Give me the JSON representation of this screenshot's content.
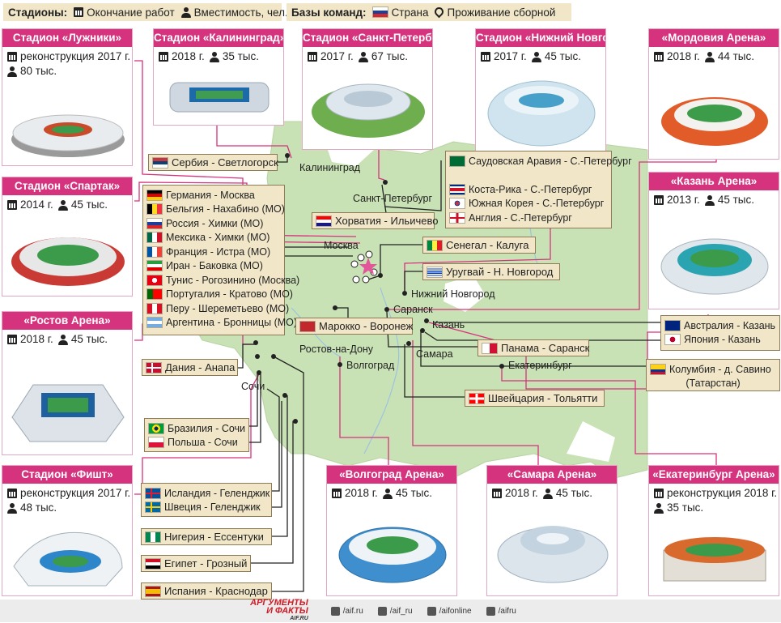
{
  "colors": {
    "accent": "#d6337e",
    "label_bg": "#f1e6c8",
    "map_land": "#c9e2b5",
    "map_water": "#ffffff"
  },
  "legend": {
    "stadiums_title": "Стадионы:",
    "completion": "Окончание работ",
    "capacity": "Вместимость, чел.",
    "bases_title": "Базы команд:",
    "country": "Страна",
    "residence": "Проживание сборной"
  },
  "stadiums": [
    {
      "id": "luzhniki",
      "title": "Стадион «Лужники»",
      "year": "реконструкция 2017 г.",
      "capacity": "80 тыс."
    },
    {
      "id": "kaliningrad",
      "title": "Стадион «Калининград»",
      "year": "2018 г.",
      "capacity": "35 тыс."
    },
    {
      "id": "spb",
      "title": "Стадион «Санкт-Петербург»",
      "year": "2017 г.",
      "capacity": "67 тыс."
    },
    {
      "id": "nn",
      "title": "Стадион «Нижний Новгород»",
      "year": "2017 г.",
      "capacity": "45 тыс."
    },
    {
      "id": "mordovia",
      "title": "«Мордовия Арена»",
      "year": "2018 г.",
      "capacity": "44 тыс."
    },
    {
      "id": "spartak",
      "title": "Стадион «Спартак»",
      "year": "2014 г.",
      "capacity": "45 тыс."
    },
    {
      "id": "kazan",
      "title": "«Казань Арена»",
      "year": "2013 г.",
      "capacity": "45 тыс."
    },
    {
      "id": "rostov",
      "title": "«Ростов Арена»",
      "year": "2018 г.",
      "capacity": "45 тыс."
    },
    {
      "id": "fisht",
      "title": "Стадион «Фишт»",
      "year": "реконструкция 2017 г.",
      "capacity": "48 тыс."
    },
    {
      "id": "volgograd",
      "title": "«Волгоград Арена»",
      "year": "2018 г.",
      "capacity": "45 тыс."
    },
    {
      "id": "samara",
      "title": "«Самара Арена»",
      "year": "2018 г.",
      "capacity": "45 тыс."
    },
    {
      "id": "ekb",
      "title": "«Екатеринбург Арена»",
      "year": "реконструкция 2018 г.",
      "capacity": "35 тыс."
    }
  ],
  "teams": {
    "serbia": "Сербия - Светлогорск",
    "moscow_group": [
      "Германия - Москва",
      "Бельгия - Нахабино (МО)",
      "Россия - Химки (МО)",
      "Мексика - Химки (МО)",
      "Франция - Истра (МО)",
      "Иран - Баковка (МО)",
      "Тунис - Рогозинино (Москва)",
      "Португалия - Кратово (МО)",
      "Перу - Шереметьево (МО)",
      "Аргентина - Бронницы (МО)"
    ],
    "spb_group": [
      "Саудовская Аравия - С.-Петербург",
      "Коста-Рика - С.-Петербург",
      "Южная Корея - С.-Петербург",
      "Англия - С.-Петербург"
    ],
    "croatia": "Хорватия - Ильичево",
    "senegal": "Сенегал - Калуга",
    "uruguay": "Уругвай - Н. Новгород",
    "morocco": "Марокко - Воронеж",
    "australia": "Австралия - Казань",
    "japan": "Япония - Казань",
    "panama": "Панама - Саранск",
    "colombia_1": "Колумбия - д. Савино",
    "colombia_2": "(Татарстан)",
    "switzerland": "Швейцария - Тольятти",
    "denmark": "Дания - Анапа",
    "brazil": "Бразилия - Сочи",
    "poland": "Польша - Сочи",
    "iceland": "Исландия - Геленджик",
    "sweden": "Швеция - Геленджик",
    "nigeria": "Нигерия - Ессентуки",
    "egypt": "Египет - Грозный",
    "spain": "Испания - Краснодар"
  },
  "cities": {
    "kaliningrad": "Калининград",
    "spb": "Санкт-Петербург",
    "moscow": "Москва",
    "nn": "Нижний Новгород",
    "saransk": "Саранск",
    "kazan": "Казань",
    "samara": "Самара",
    "rostov": "Ростов-на-Дону",
    "volgograd": "Волгоград",
    "sochi": "Сочи",
    "ekb": "Екатеринбург"
  },
  "footer": {
    "logo_1": "АРГУМЕНТЫ",
    "logo_2": "И ФАКТЫ",
    "logo_3": "AIF.RU",
    "fb": "/aif.ru",
    "ok": "/aif_ru",
    "tw": "/aifonline",
    "vk": "/aifru"
  }
}
